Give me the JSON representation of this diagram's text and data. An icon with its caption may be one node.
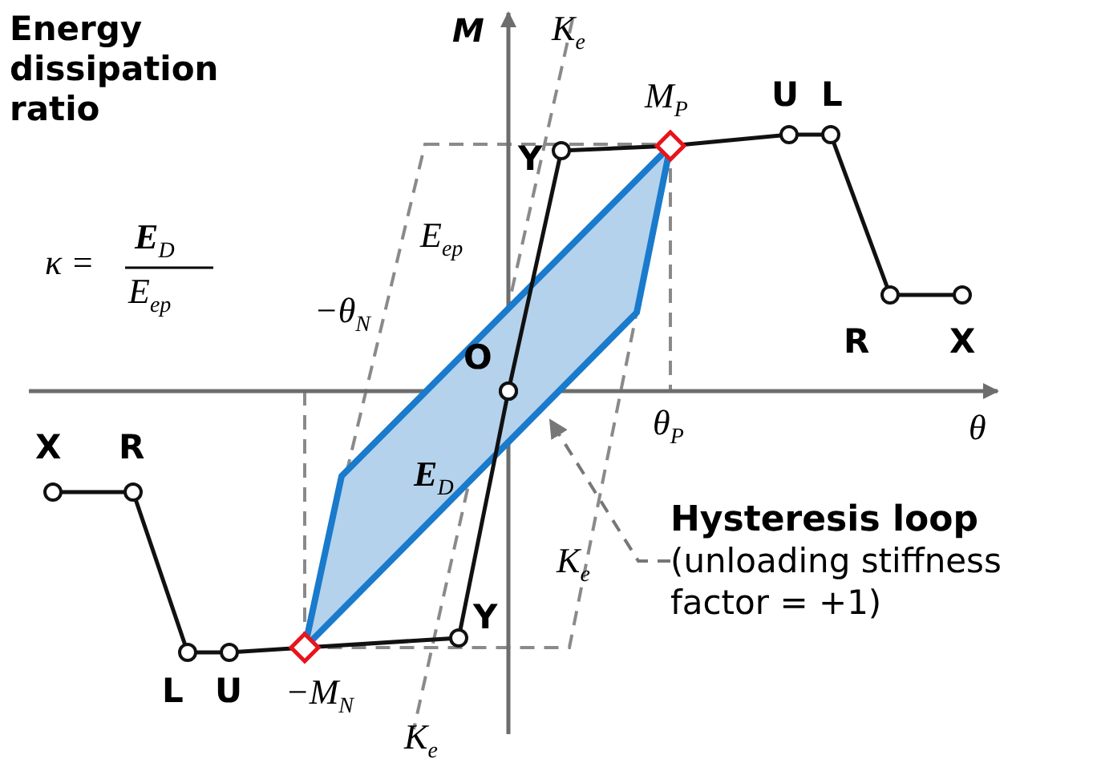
{
  "diagram": {
    "nodes": [
      {
        "text": [
          "Hysteresis loop",
          "(unloading stiffness factor = +1)"
        ]
      },
      {
        "text": [
          "**E**$_{D}$"
        ]
      }
    ],
    "edges": [
      {
        "from": 0,
        "to": 1,
        "arrow": "to",
        "style": "dashed"
      }
    ],
    "labels": [
      "Energy dissipation ratio",
      "κ =",
      "**E**$_{D}$",
      "E$_{ep}$",
      "M",
      "K$_{e}$",
      "M$_{P}$",
      "U",
      "L",
      "Y",
      "E$_{ep}$",
      "−θ$_{N}$",
      "O",
      "R",
      "X",
      "θ$_{P}$",
      "θ",
      "X",
      "R",
      "K$_{e}$",
      "Y",
      "L",
      "U",
      "−M$_{N}$",
      "K$_{e}$"
    ]
  }
}
